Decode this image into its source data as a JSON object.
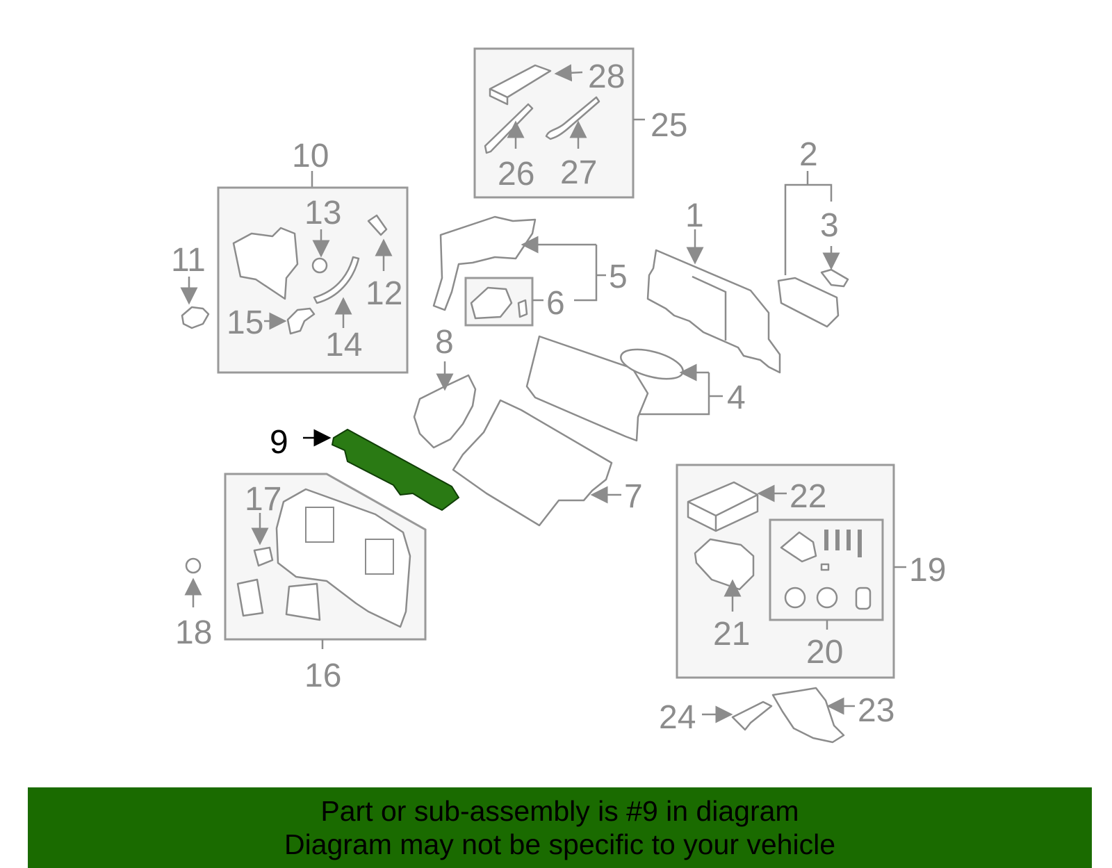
{
  "callouts": {
    "c1": "1",
    "c2": "2",
    "c3": "3",
    "c4": "4",
    "c5": "5",
    "c6": "6",
    "c7": "7",
    "c8": "8",
    "c9": "9",
    "c10": "10",
    "c11": "11",
    "c12": "12",
    "c13": "13",
    "c14": "14",
    "c15": "15",
    "c16": "16",
    "c17": "17",
    "c18": "18",
    "c19": "19",
    "c20": "20",
    "c21": "21",
    "c22": "22",
    "c23": "23",
    "c24": "24",
    "c25": "25",
    "c26": "26",
    "c27": "27",
    "c28": "28"
  },
  "highlight": {
    "part_number": "9",
    "color": "#2a7a14"
  },
  "banner": {
    "line1": "Part or sub-assembly is #9 in diagram",
    "line2": "Diagram may not be specific to your vehicle",
    "background": "#1a6b00"
  }
}
